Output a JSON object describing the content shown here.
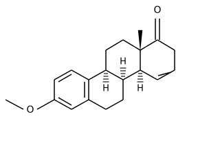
{
  "molecule": {
    "atoms": {
      "ketone_oxygen": "O",
      "methoxy_oxygen": "O",
      "h_c8": "H",
      "h_c9": "H",
      "h_c14": "H"
    }
  }
}
